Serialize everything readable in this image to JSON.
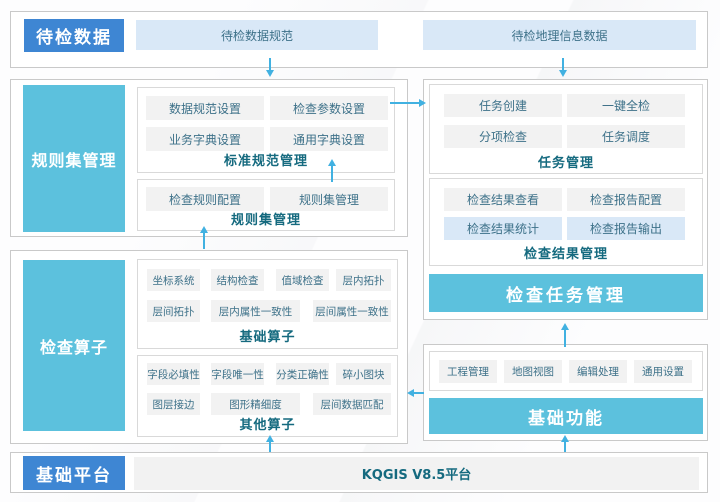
{
  "palette": {
    "blue": "#3e86d3",
    "cyan": "#5cc1dd",
    "arrow": "#41b1e1",
    "itemBg": "#f2f2f2",
    "itemBlueBg": "#d9e8f7",
    "itemText": "#3d7189",
    "titleText": "#156a7f",
    "border": "#c9c9c9",
    "innerBorder": "#d9d9d9"
  },
  "top": {
    "label": "待检数据",
    "items": [
      "待检数据规范",
      "待检地理信息数据"
    ]
  },
  "ruleset": {
    "label": "规则集管理",
    "groups": [
      {
        "title": "标准规范管理",
        "items": [
          "数据规范设置",
          "检查参数设置",
          "业务字典设置",
          "通用字典设置"
        ]
      },
      {
        "title": "规则集管理",
        "items": [
          "检查规则配置",
          "规则集管理"
        ]
      }
    ]
  },
  "task": {
    "groups": [
      {
        "title": "任务管理",
        "items": [
          "任务创建",
          "一键全检",
          "分项检查",
          "任务调度"
        ]
      },
      {
        "title": "检查结果管理",
        "items": [
          "检查结果查看",
          "检查报告配置",
          "检查结果统计",
          "检查报告输出"
        ]
      }
    ],
    "banner": "检查任务管理"
  },
  "operators": {
    "label": "检查算子",
    "groups": [
      {
        "title": "基础算子",
        "items": [
          "坐标系统",
          "结构检查",
          "值域检查",
          "层内拓扑",
          "层间拓扑",
          "层内属性一致性",
          "层间属性一致性"
        ]
      },
      {
        "title": "其他算子",
        "items": [
          "字段必填性",
          "字段唯一性",
          "分类正确性",
          "碎小图块",
          "图层接边",
          "图形精细度",
          "层间数据匹配"
        ]
      }
    ]
  },
  "basic": {
    "items": [
      "工程管理",
      "地图视图",
      "编辑处理",
      "通用设置"
    ],
    "banner": "基础功能"
  },
  "platform": {
    "label": "基础平台",
    "value": "KQGIS V8.5平台"
  }
}
